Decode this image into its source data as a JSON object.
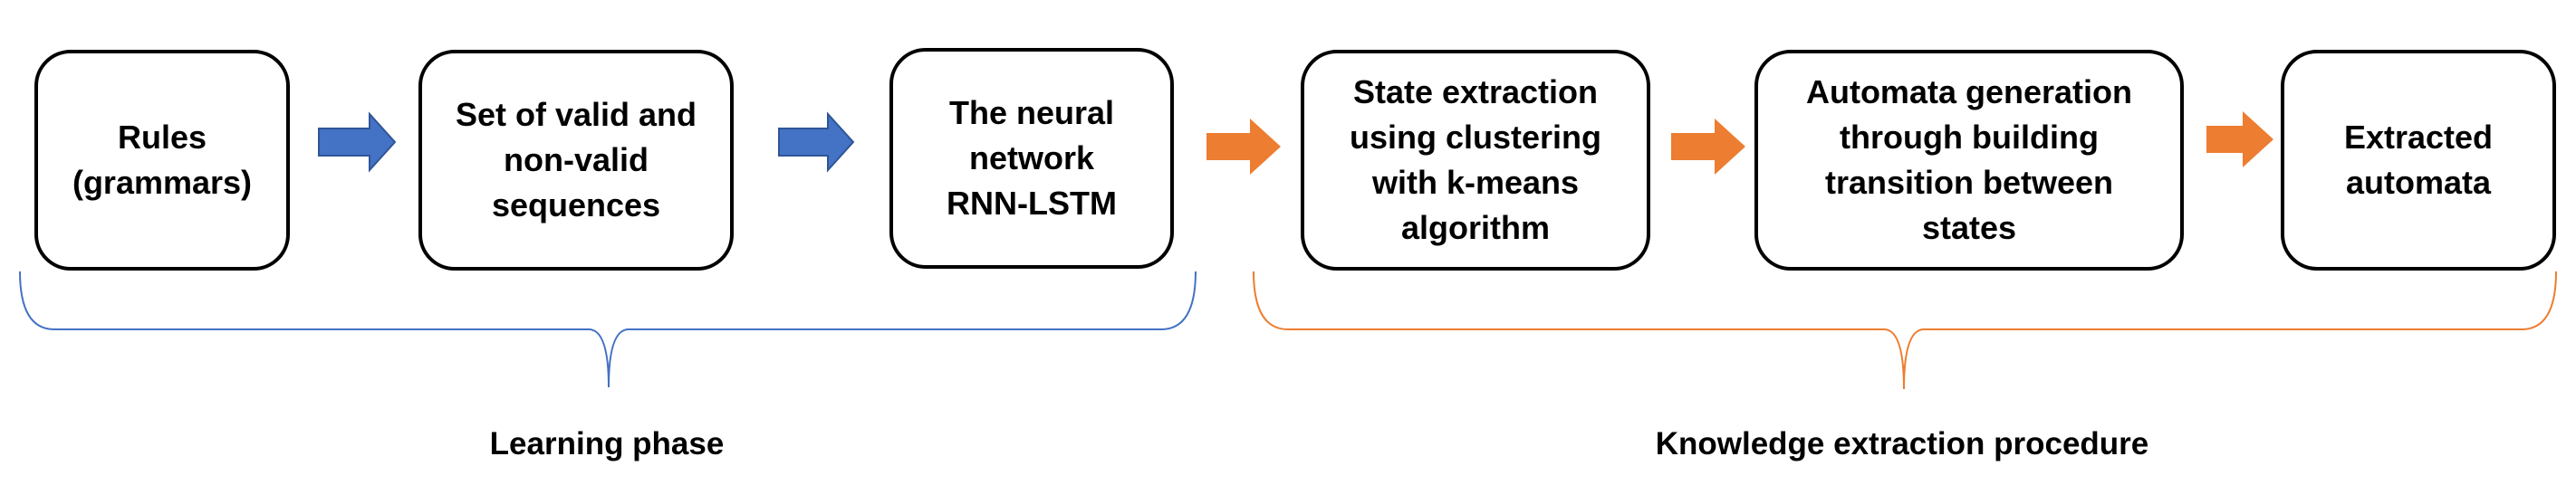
{
  "diagram": {
    "boxes": [
      {
        "id": "rules",
        "label": "Rules\n(grammars)"
      },
      {
        "id": "sequences",
        "label": "Set of valid and\nnon-valid\nsequences"
      },
      {
        "id": "network",
        "label": "The neural\nnetwork\nRNN-LSTM"
      },
      {
        "id": "state-extraction",
        "label": "State extraction\nusing clustering\nwith k-means\nalgorithm"
      },
      {
        "id": "automata-generation",
        "label": "Automata generation\nthrough building\ntransition between\nstates"
      },
      {
        "id": "extracted",
        "label": "Extracted\nautomata"
      }
    ],
    "phases": [
      {
        "id": "learning",
        "label": "Learning phase",
        "color": "#4472C4"
      },
      {
        "id": "knowledge",
        "label": "Knowledge extraction procedure",
        "color": "#ED7D31"
      }
    ],
    "colors": {
      "blue_arrow": "#4472C4",
      "orange_arrow": "#ED7D31",
      "box_border": "#000000"
    }
  }
}
